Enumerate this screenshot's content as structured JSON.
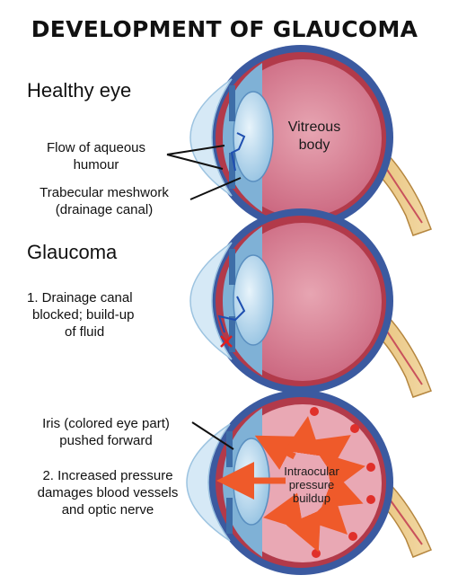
{
  "title": "DEVELOPMENT OF GLAUCOMA",
  "sections": {
    "healthy": "Healthy eye",
    "glaucoma": "Glaucoma"
  },
  "labels": {
    "flow_line1": "Flow of aqueous",
    "flow_line2": "humour",
    "trab_line1": "Trabecular meshwork",
    "trab_line2": "(drainage canal)",
    "step1_line1": "1. Drainage canal",
    "step1_line2": "blocked; build-up",
    "step1_line3": "of fluid",
    "iris_line1": "Iris (colored eye part)",
    "iris_line2": "pushed forward",
    "step2_line1": "2. Increased pressure",
    "step2_line2": "damages blood vessels",
    "step2_line3": "and optic nerve",
    "vitreous_line1": "Vitreous",
    "vitreous_line2": "body",
    "iop_line1": "Intraocular",
    "iop_line2": "pressure",
    "iop_line3": "buildup"
  },
  "colors": {
    "sclera": "#3b5aa0",
    "choroid": "#b23a4a",
    "vitreous": "#d98a9a",
    "lens": "#9ec8e6",
    "cornea": "#cfe4f3",
    "optic_nerve": "#e9c784",
    "arrow": "#ef5a2a",
    "blockage": "#e02020"
  }
}
